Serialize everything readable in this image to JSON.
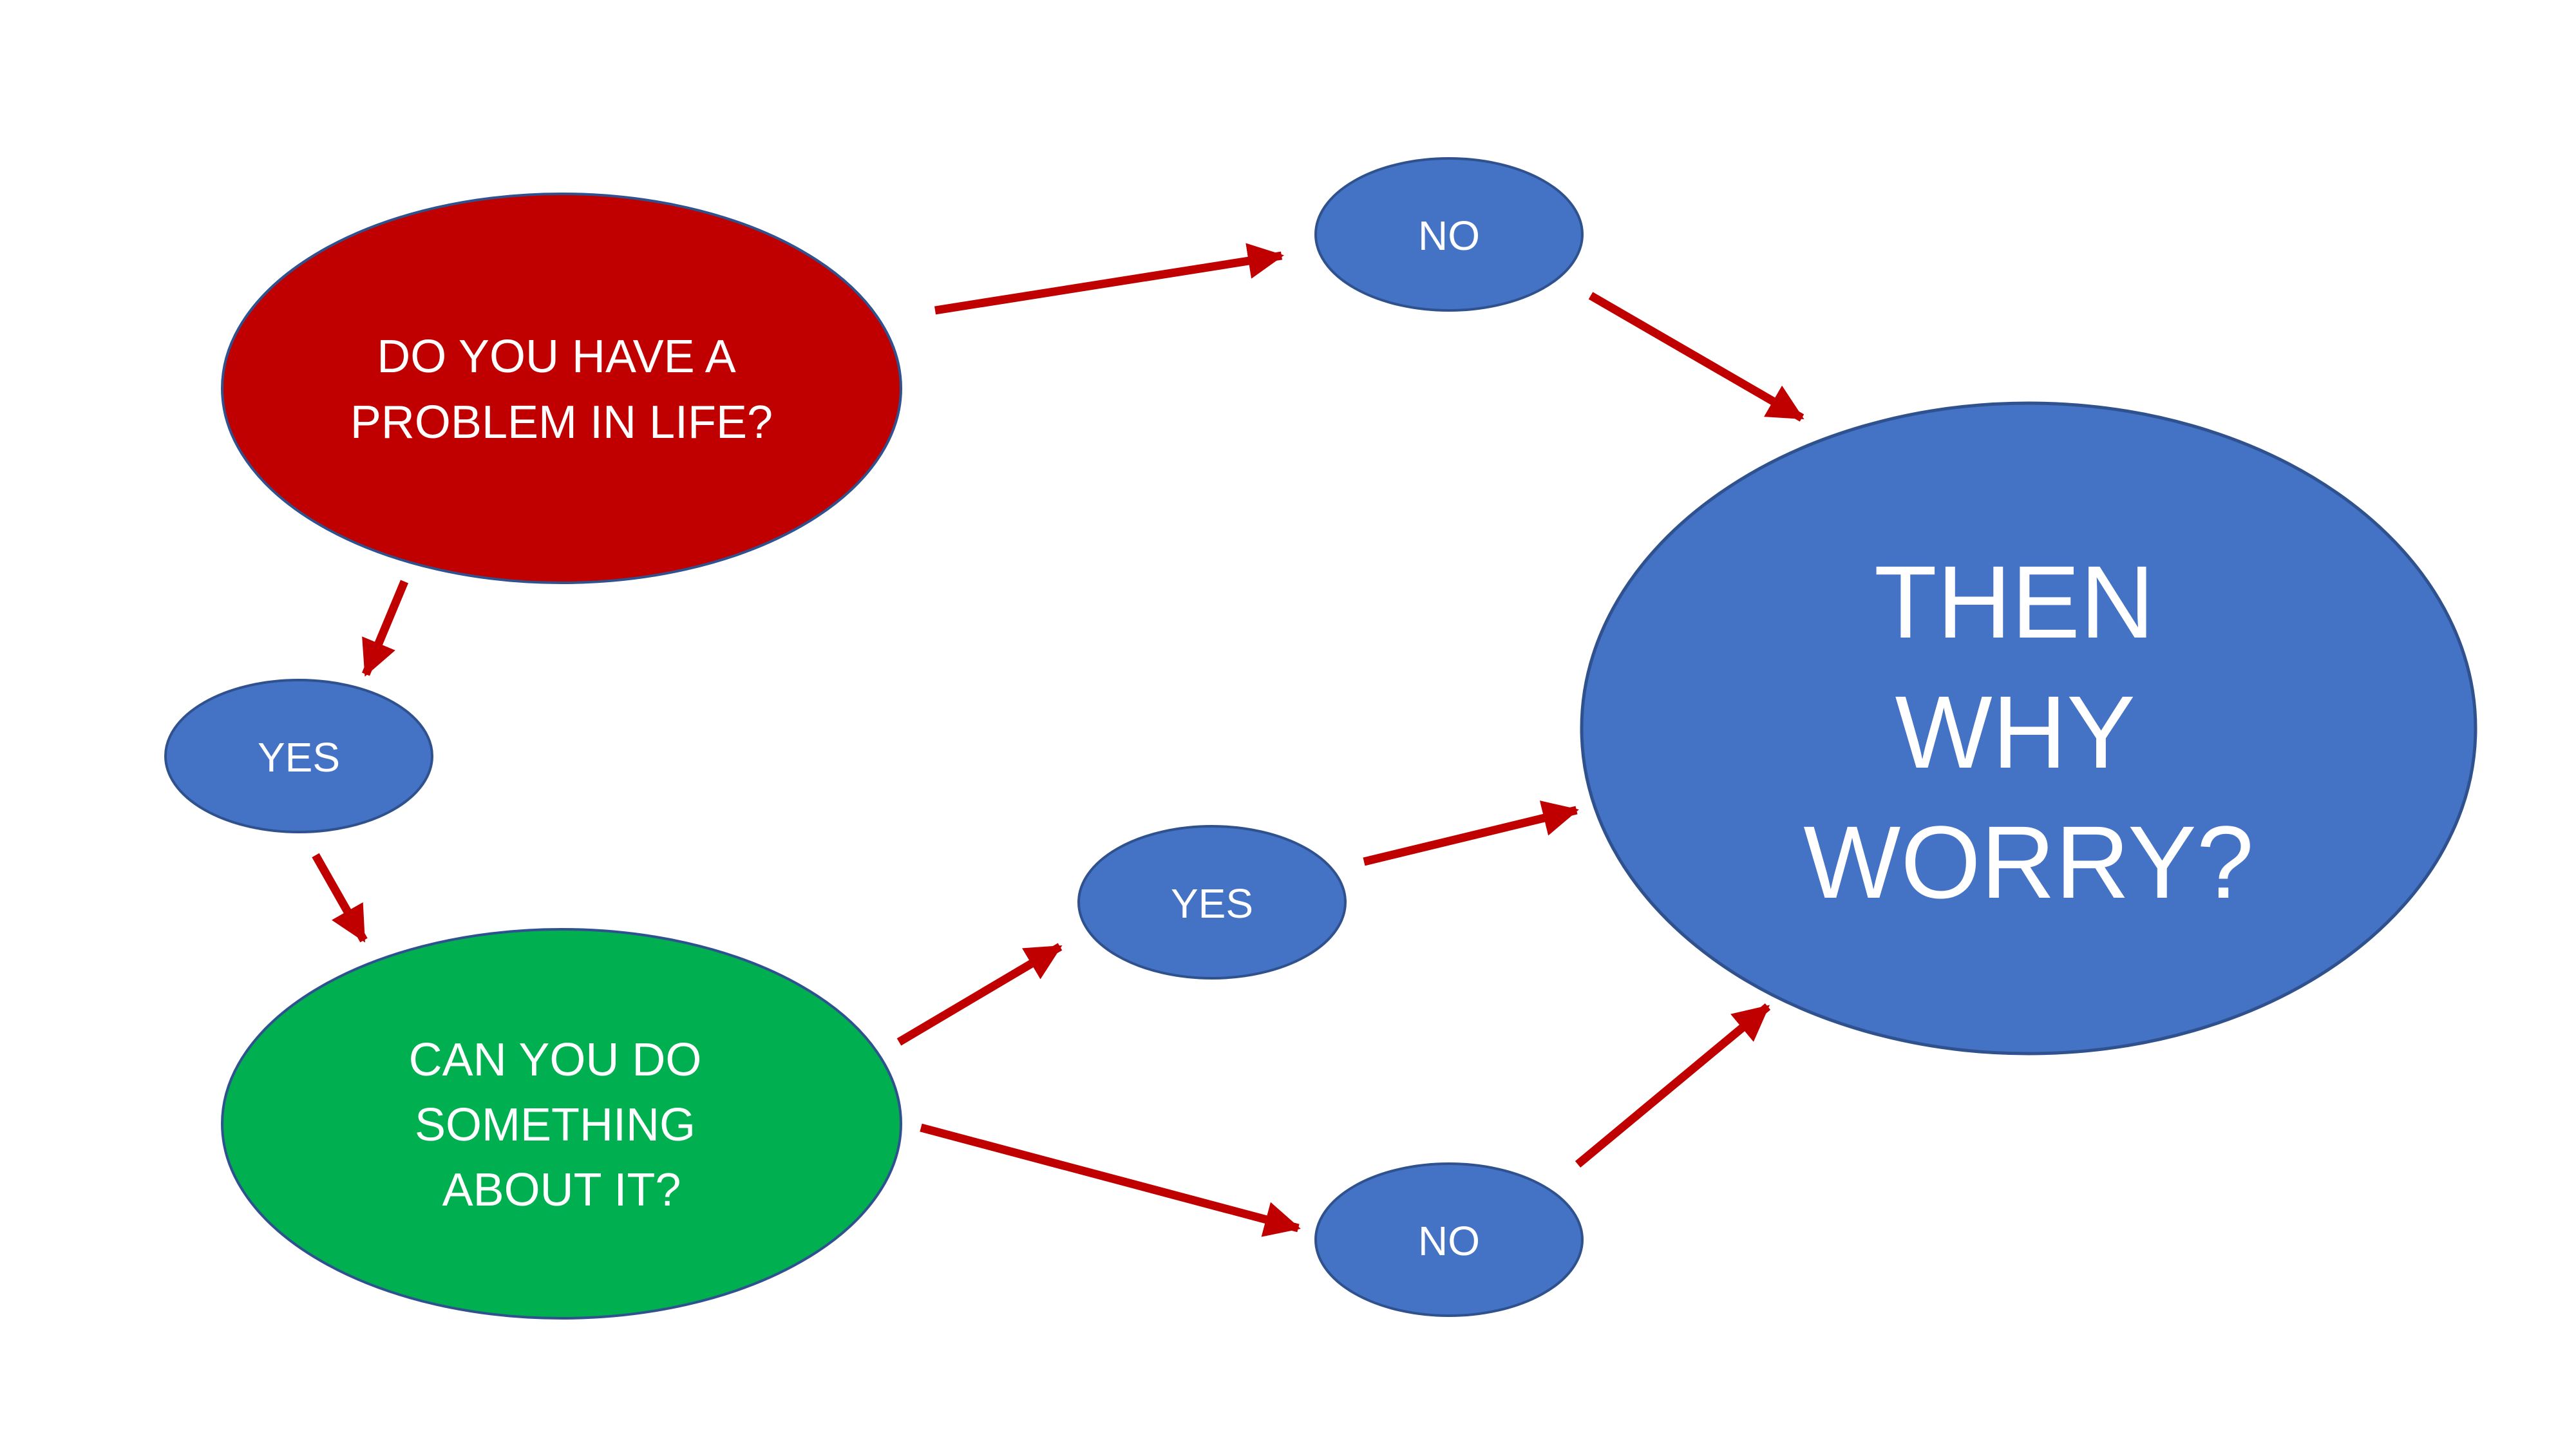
{
  "colors": {
    "background": "#ffffff",
    "question_red": "#C00000",
    "question_green": "#00B050",
    "answer_blue": "#4472C4",
    "node_outline": "#2F528F",
    "arrow": "#C00000",
    "text": "#ffffff"
  },
  "nodes": {
    "problem": {
      "lines": [
        "DO YOU HAVE A",
        "PROBLEM IN LIFE?"
      ]
    },
    "no_top": {
      "label": "NO"
    },
    "yes_left": {
      "label": "YES"
    },
    "can_do": {
      "lines": [
        "CAN YOU DO",
        "SOMETHING",
        "ABOUT IT?"
      ]
    },
    "yes_mid": {
      "label": "YES"
    },
    "no_bottom": {
      "label": "NO"
    },
    "worry": {
      "lines": [
        "THEN",
        "WHY",
        "WORRY?"
      ]
    }
  },
  "edges": [
    {
      "from": "problem",
      "to": "no_top"
    },
    {
      "from": "problem",
      "to": "yes_left"
    },
    {
      "from": "yes_left",
      "to": "can_do"
    },
    {
      "from": "can_do",
      "to": "yes_mid"
    },
    {
      "from": "can_do",
      "to": "no_bottom"
    },
    {
      "from": "no_top",
      "to": "worry"
    },
    {
      "from": "yes_mid",
      "to": "worry"
    },
    {
      "from": "no_bottom",
      "to": "worry"
    }
  ]
}
